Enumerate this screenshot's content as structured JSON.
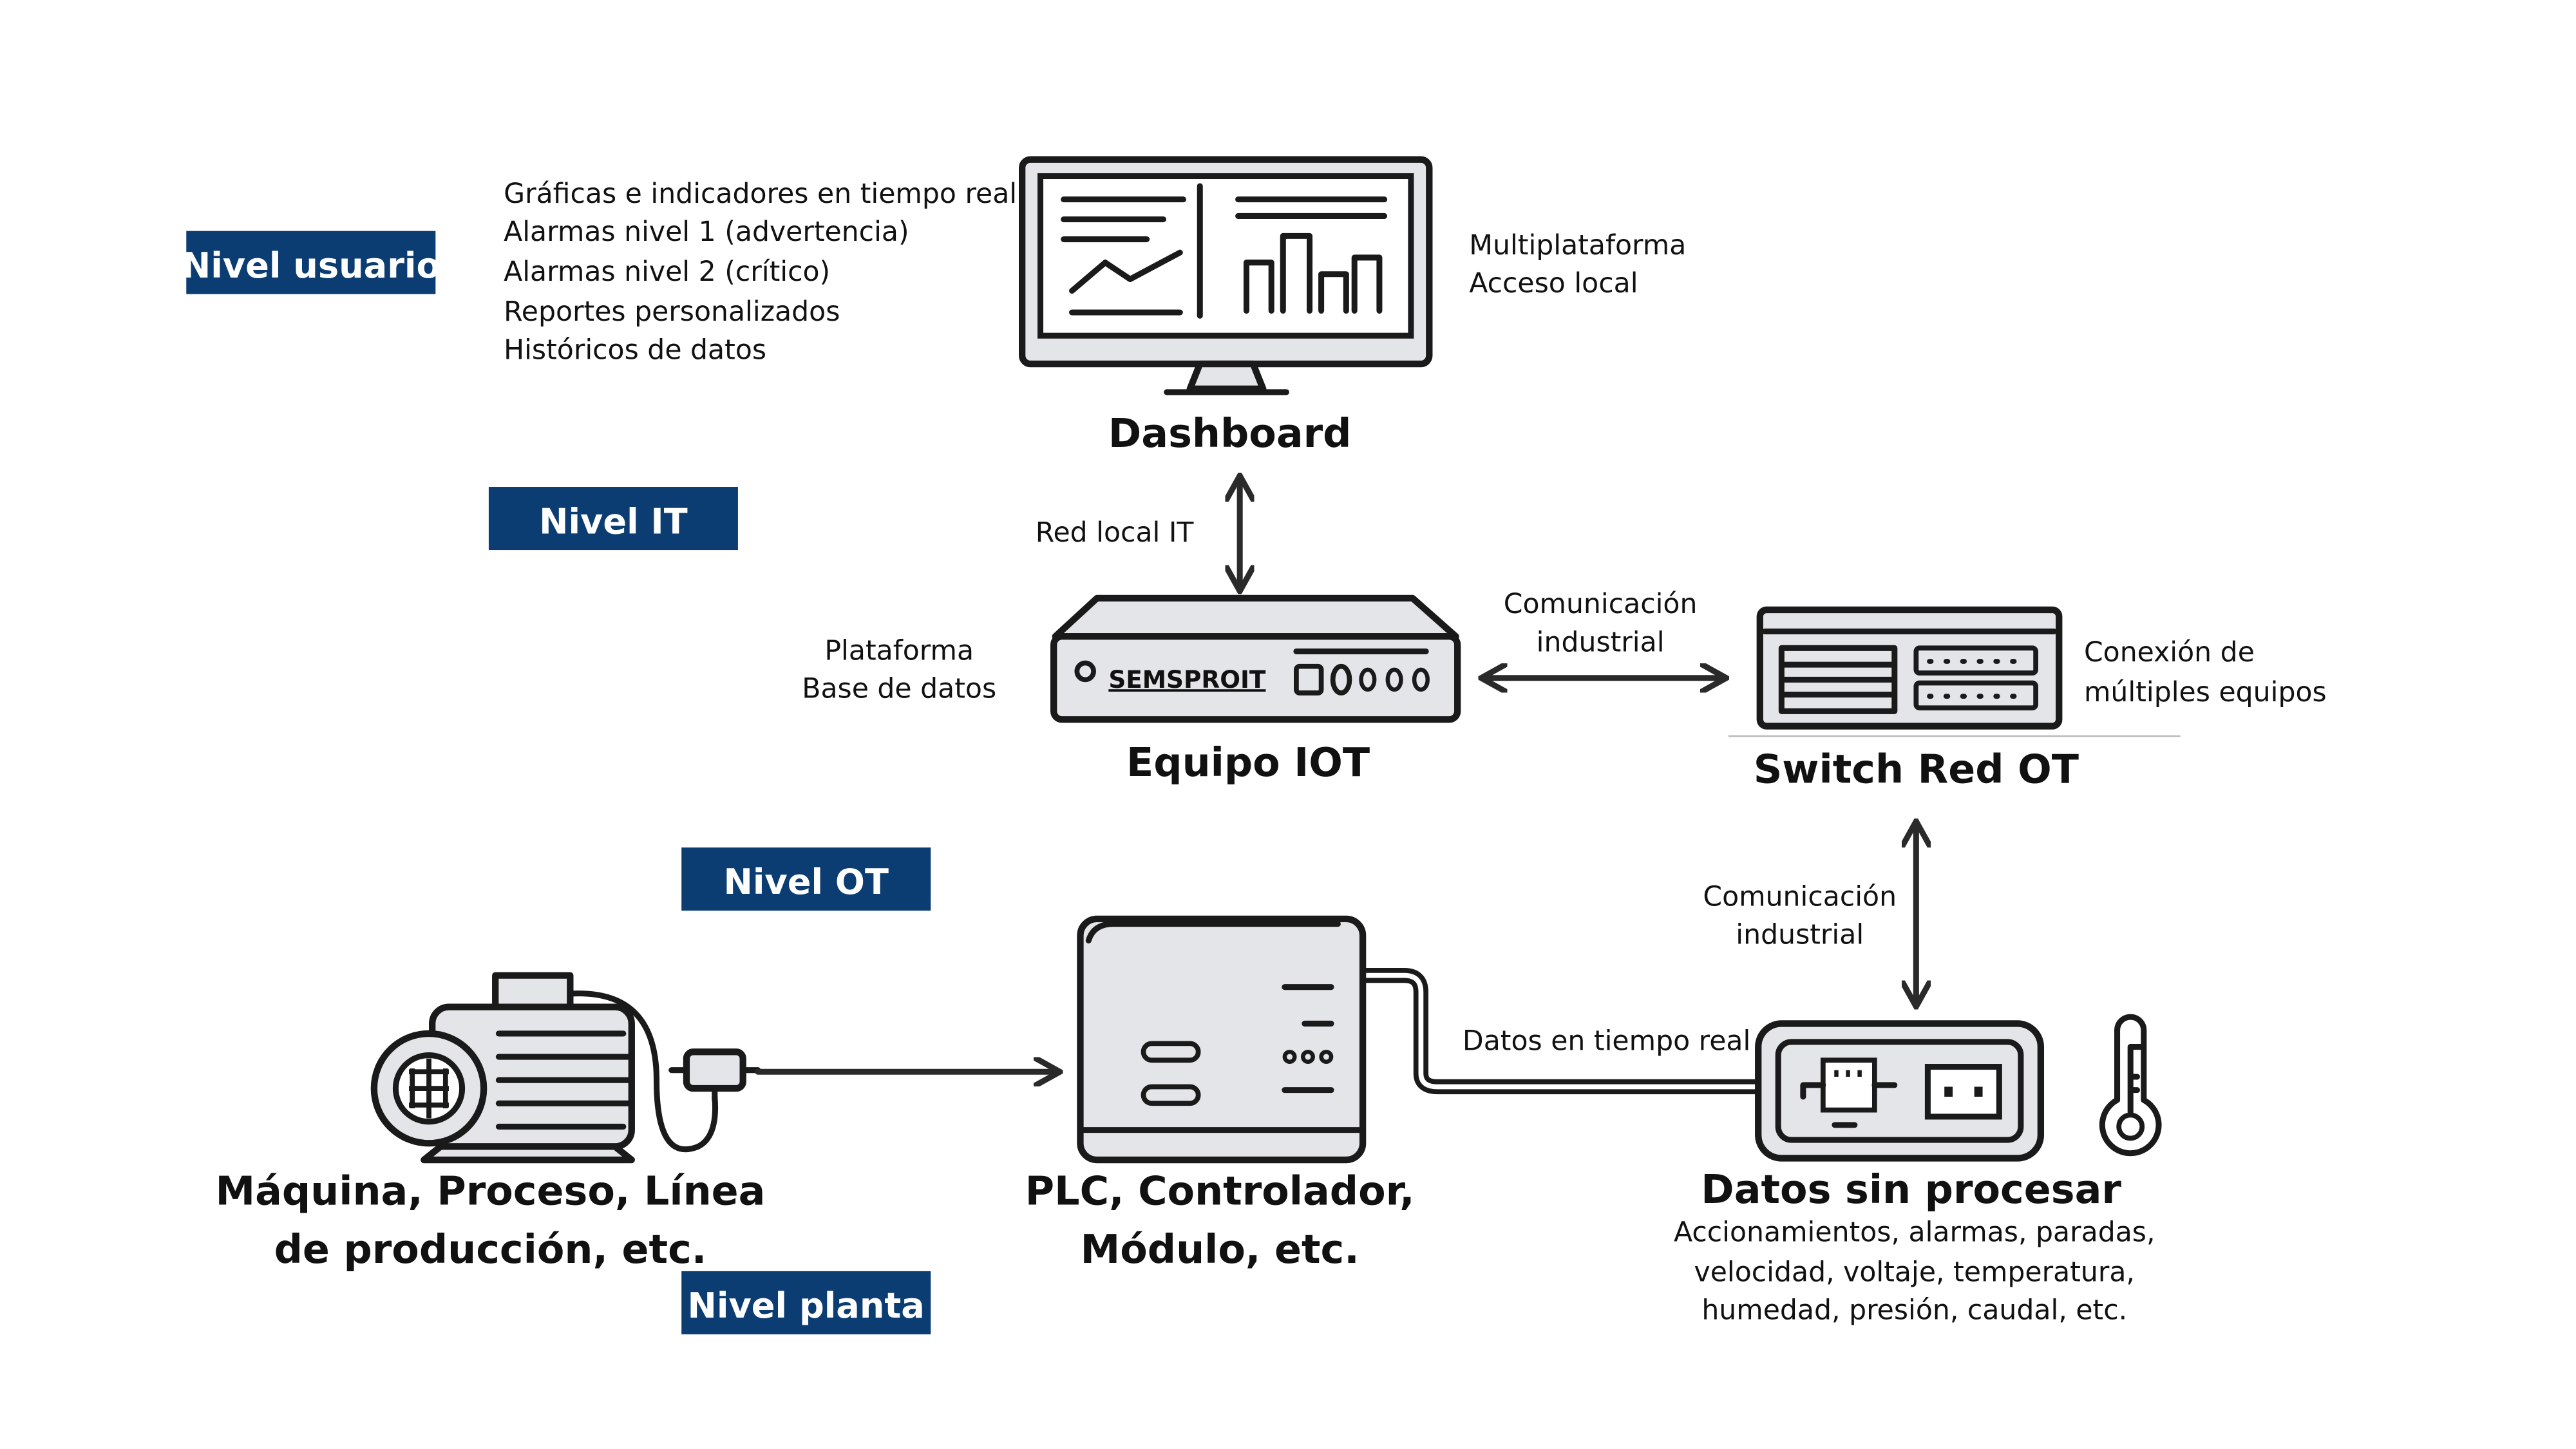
{
  "colors": {
    "badge": "#0b3d73",
    "device_fill": "#e3e5e8",
    "stroke": "#1a1a1a"
  },
  "levels": {
    "user": "Nivel usuario",
    "it": "Nivel IT",
    "ot": "Nivel OT",
    "plant": "Nivel planta"
  },
  "dashboard": {
    "title": "Dashboard",
    "features": [
      "Gráficas e indicadores en tiempo real",
      "Alarmas nivel 1 (advertencia)",
      "Alarmas nivel 2 (crítico)",
      "Reportes personalizados",
      "Históricos de datos"
    ],
    "notes": [
      "Multiplataforma",
      "Acceso local"
    ]
  },
  "links": {
    "it_network": "Red local IT",
    "industrial_h": [
      "Comunicación",
      "industrial"
    ],
    "industrial_v": [
      "Comunicación",
      "industrial"
    ],
    "realtime": "Datos en tiempo real"
  },
  "iot": {
    "title": "Equipo IOT",
    "brand": "SEMSPROIT",
    "notes": [
      "Plataforma",
      "Base de datos"
    ]
  },
  "switch": {
    "title": "Switch Red OT",
    "notes": [
      "Conexión de",
      "múltiples equipos"
    ]
  },
  "raw": {
    "title": "Datos sin procesar",
    "notes": [
      "Accionamientos, alarmas, paradas,",
      "velocidad, voltaje, temperatura,",
      "humedad, presión, caudal, etc."
    ]
  },
  "plc": {
    "title": [
      "PLC, Controlador,",
      "Módulo, etc."
    ]
  },
  "machine": {
    "title": [
      "Máquina, Proceso, Línea",
      "de producción, etc."
    ]
  }
}
